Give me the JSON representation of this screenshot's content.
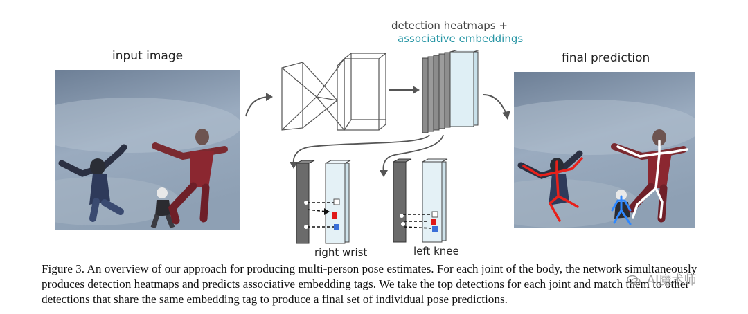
{
  "figure": {
    "labels": {
      "input": "input image",
      "heatmaps": "detection heatmaps +",
      "embeddings": "associative embeddings",
      "final": "final prediction",
      "right_wrist": "right wrist",
      "left_knee": "left knee"
    },
    "colors": {
      "embedding_text": "#2a97a6",
      "left_skeleton": "#e8201a",
      "child_skeleton": "#2f88ff",
      "right_skeleton": "#ffffff"
    }
  },
  "caption": {
    "text": "Figure 3. An overview of our approach for producing multi-person pose estimates. For each joint of the body, the network simultaneously produces detection heatmaps and predicts associative embedding tags. We take the top detections for each joint and match them to other detections that share the same embedding tag to produce a final set of individual pose predictions."
  },
  "watermark": {
    "text": "AI魔术师",
    "icon": "wechat-icon"
  }
}
